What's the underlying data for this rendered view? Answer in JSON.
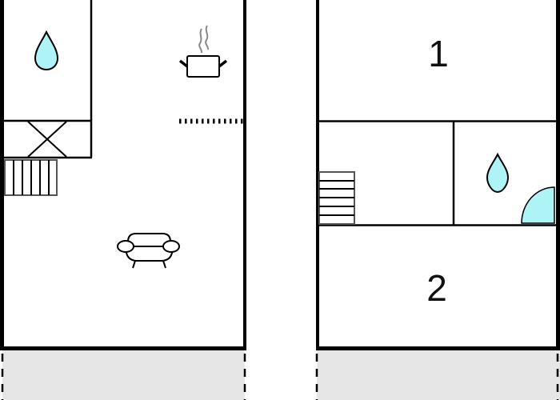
{
  "floor_plan": {
    "title": "",
    "colors": {
      "wall": "#000000",
      "water": "#aef4f7",
      "terrace": "#e6e6e6",
      "background": "#ffffff"
    },
    "floors": [
      {
        "name": "ground-floor",
        "rooms": [
          {
            "type": "bathroom",
            "icon": "water-drop-icon"
          },
          {
            "type": "void-opening",
            "icon": "x-cross-icon"
          },
          {
            "type": "staircase",
            "icon": "stairs-icon",
            "steps": 6
          },
          {
            "type": "kitchen",
            "icon": "cooking-pot-icon"
          },
          {
            "type": "kitchen-counter",
            "icon": "dashed-counter-icon"
          },
          {
            "type": "living-room",
            "icon": "armchair-icon"
          },
          {
            "type": "terrace",
            "icon": "terrace-area"
          }
        ]
      },
      {
        "name": "first-floor",
        "rooms": [
          {
            "type": "bedroom",
            "label": "1"
          },
          {
            "type": "staircase",
            "icon": "stairs-icon",
            "steps": 6
          },
          {
            "type": "bathroom",
            "icon": "water-drop-icon"
          },
          {
            "type": "shower",
            "icon": "quarter-circle-shower-icon"
          },
          {
            "type": "bedroom",
            "label": "2"
          },
          {
            "type": "terrace",
            "icon": "terrace-area"
          }
        ]
      }
    ]
  }
}
